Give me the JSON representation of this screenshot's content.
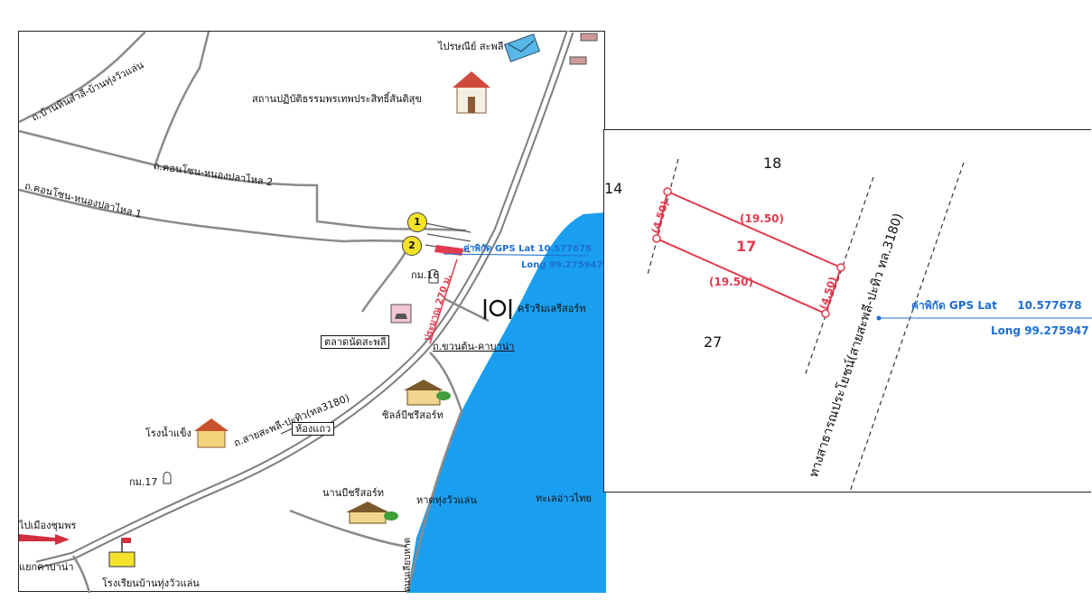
{
  "map": {
    "roads": {
      "ban_hin_sam": "ถ.บ้านหินสำลี-บ้านทุ่งวัวแล่น",
      "khon_so_2": "ถ.คอนโซน-หนองปลาไหล 2",
      "khon_so_1": "ถ.คอนโซน-หนองปลาไหล 1",
      "sai_saphli": "ถ.สายสะพลี-ปะทิว(ทล3180)",
      "khuan_ton": "ถ.ขวนต้น-คาบาน่า",
      "to_chumphon": "ไปเมืองชุมพร",
      "junction_cabana": "แยกคาบาน่า",
      "coast_road": "ถนนเลียบหาด"
    },
    "places": {
      "post_office": "ไปรษณีย์ สะพลี",
      "meditation_center": "สถานปฏิบัติธรรมพรเทพประสิทธิ์สันติสุข",
      "km16": "กม.16",
      "km17": "กม.17",
      "market": "ตลาดนัดสะพลี",
      "restaurant": "ครัวริมเลรีสอร์ท",
      "resort_silp": "ซิลล์บีชรีสอร์ท",
      "ice_factory": "โรงน้ำแข็ง",
      "shophouse": "ห้องแถว",
      "resort_nanbee": "นานบีชรีสอร์ท",
      "beach": "หาดทุ่งวัวแล่น",
      "sea": "ทะเลอ่าวไทย",
      "school": "โรงเรียนบ้านทุ่งวัวแล่น"
    },
    "markers": [
      "1",
      "2"
    ],
    "distance_note": "ประมาณ 270 ม.",
    "gps": {
      "lat_label": "ค่าพิกัด GPS  Lat   10.577678",
      "long_label": "Long 99.275947"
    },
    "colors": {
      "sea": "#1a9ff0",
      "road": "#8a8a8a",
      "highlight": "#e23b4e",
      "gps": "#1c6fd1",
      "marker": "#f3e12a"
    }
  },
  "plot": {
    "parcel_number": "17",
    "top_dim": "(19.50)",
    "bottom_dim": "(19.50)",
    "left_dim": "(4.50)",
    "right_dim": "(4.50)",
    "neighbor_top": "18",
    "neighbor_left": "14",
    "neighbor_bottom": "27",
    "road_label": "ทางสาธารณประโยชน์(สายสะพลี-ปะทิว ทล.3180)",
    "gps_lat_label": "ค่าพิกัด GPS Lat",
    "gps_lat_value": "10.577678",
    "gps_long_label": "Long 99.275947"
  }
}
